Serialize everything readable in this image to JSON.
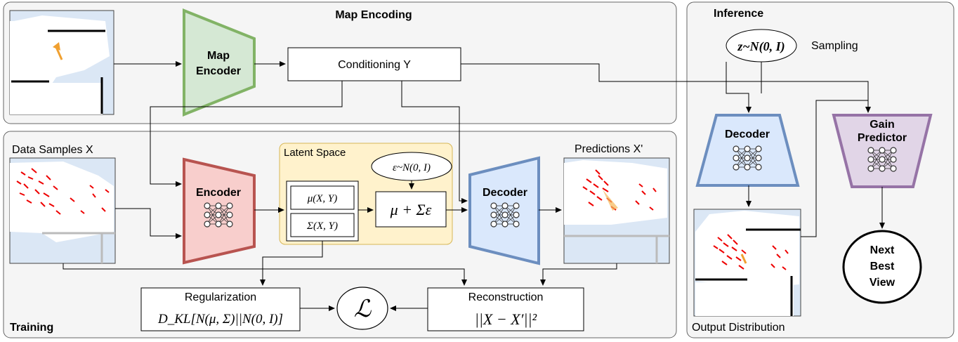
{
  "panels": {
    "map_encoding": "Map Encoding",
    "training": "Training",
    "inference": "Inference",
    "latent_space": "Latent Space"
  },
  "blocks": {
    "map_encoder": [
      "Map",
      "Encoder"
    ],
    "encoder": "Encoder",
    "decoder": "Decoder",
    "decoder_inference": "Decoder",
    "gain_predictor": [
      "Gain",
      "Predictor"
    ],
    "conditioning": "Conditioning Y",
    "mu": "μ(X, Y)",
    "sigma": "Σ(X, Y)",
    "reparam": "μ + Σε",
    "epsilon": "ε~N(0, I)",
    "z_sample": "z~N(0, I)",
    "sampling": "Sampling",
    "regularization_title": "Regularization",
    "regularization_formula": "D_KL[N(μ, Σ)||N(0, I)]",
    "reconstruction_title": "Reconstruction",
    "reconstruction_formula": "||X − X′||²",
    "loss": "ℒ",
    "next_best_view": [
      "Next",
      "Best",
      "View"
    ]
  },
  "images": {
    "data_samples": "Data Samples X",
    "predictions": "Predictions X'",
    "output_distribution": "Output Distribution"
  },
  "colors": {
    "encoder_green": "#82b366",
    "encoder_green_fill": "#d5e8d4",
    "encoder_red": "#b85450",
    "encoder_red_fill": "#f8cecc",
    "decoder_blue": "#6c8ebf",
    "decoder_blue_fill": "#dae8fc",
    "gain_purple": "#9673a6",
    "gain_purple_fill": "#e1d5e7",
    "latent_fill": "#fff2cc",
    "latent_border": "#d6b656",
    "panel_fill": "#f5f5f5",
    "panel_border": "#666666"
  }
}
